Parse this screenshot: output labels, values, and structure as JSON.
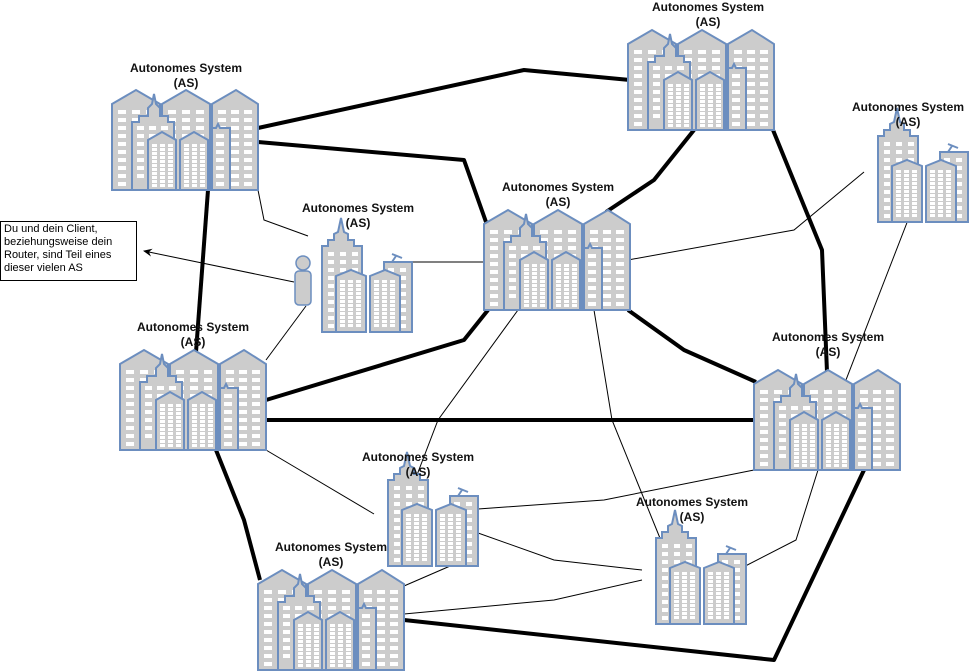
{
  "diagram": {
    "title": "Internet aus Autonomen Systemen",
    "colors": {
      "building_fill": "#cccccc",
      "building_stroke": "#6c8ebf",
      "window": "#ffffff",
      "link": "#000000"
    },
    "note": {
      "text": "Du und dein Client,\nbeziehungsweise dein\nRouter, sind Teil eines\ndieser vielen AS"
    },
    "systems": [
      {
        "id": "as-top-left",
        "label_line1": "Autonomes System",
        "label_line2": "(AS)",
        "kind": "large"
      },
      {
        "id": "as-top-right",
        "label_line1": "Autonomes System",
        "label_line2": "(AS)",
        "kind": "large"
      },
      {
        "id": "as-far-right",
        "label_line1": "Autonomes System",
        "label_line2": "(AS)",
        "kind": "small"
      },
      {
        "id": "as-client",
        "label_line1": "Autonomes System",
        "label_line2": "(AS)",
        "kind": "small-with-user"
      },
      {
        "id": "as-center",
        "label_line1": "Autonomes System",
        "label_line2": "(AS)",
        "kind": "large"
      },
      {
        "id": "as-mid-left",
        "label_line1": "Autonomes System",
        "label_line2": "(AS)",
        "kind": "large"
      },
      {
        "id": "as-mid-right",
        "label_line1": "Autonomes System",
        "label_line2": "(AS)",
        "kind": "large"
      },
      {
        "id": "as-lower-mid",
        "label_line1": "Autonomes System",
        "label_line2": "(AS)",
        "kind": "small"
      },
      {
        "id": "as-lower-right",
        "label_line1": "Autonomes System",
        "label_line2": "(AS)",
        "kind": "small"
      },
      {
        "id": "as-bottom-left",
        "label_line1": "Autonomes System",
        "label_line2": "(AS)",
        "kind": "large"
      }
    ],
    "links": [
      {
        "from": "as-top-left",
        "to": "as-top-right",
        "type": "thick"
      },
      {
        "from": "as-top-left",
        "to": "as-center",
        "type": "thick"
      },
      {
        "from": "as-top-left",
        "to": "as-mid-left",
        "type": "thick"
      },
      {
        "from": "as-top-left",
        "to": "as-client",
        "type": "thin"
      },
      {
        "from": "as-top-right",
        "to": "as-center",
        "type": "thick"
      },
      {
        "from": "as-top-right",
        "to": "as-mid-right",
        "type": "thick"
      },
      {
        "from": "as-far-right",
        "to": "as-center",
        "type": "thin"
      },
      {
        "from": "as-far-right",
        "to": "as-mid-right",
        "type": "thin"
      },
      {
        "from": "as-client",
        "to": "as-center",
        "type": "thin"
      },
      {
        "from": "as-client",
        "to": "as-mid-left",
        "type": "thin"
      },
      {
        "from": "as-center",
        "to": "as-mid-left",
        "type": "thick"
      },
      {
        "from": "as-center",
        "to": "as-mid-right",
        "type": "thick"
      },
      {
        "from": "as-center",
        "to": "as-lower-mid",
        "type": "thin"
      },
      {
        "from": "as-center",
        "to": "as-lower-right",
        "type": "thin"
      },
      {
        "from": "as-mid-left",
        "to": "as-mid-right",
        "type": "thick"
      },
      {
        "from": "as-mid-left",
        "to": "as-lower-mid",
        "type": "thin"
      },
      {
        "from": "as-mid-left",
        "to": "as-bottom-left",
        "type": "thick"
      },
      {
        "from": "as-mid-right",
        "to": "as-lower-mid",
        "type": "thin"
      },
      {
        "from": "as-mid-right",
        "to": "as-lower-right",
        "type": "thin"
      },
      {
        "from": "as-mid-right",
        "to": "as-bottom-left",
        "type": "thick"
      },
      {
        "from": "as-lower-mid",
        "to": "as-lower-right",
        "type": "thin"
      },
      {
        "from": "as-lower-mid",
        "to": "as-bottom-left",
        "type": "thin"
      },
      {
        "from": "as-lower-right",
        "to": "as-bottom-left",
        "type": "thin"
      },
      {
        "from": "as-client",
        "to": "note",
        "type": "arrow"
      }
    ]
  }
}
